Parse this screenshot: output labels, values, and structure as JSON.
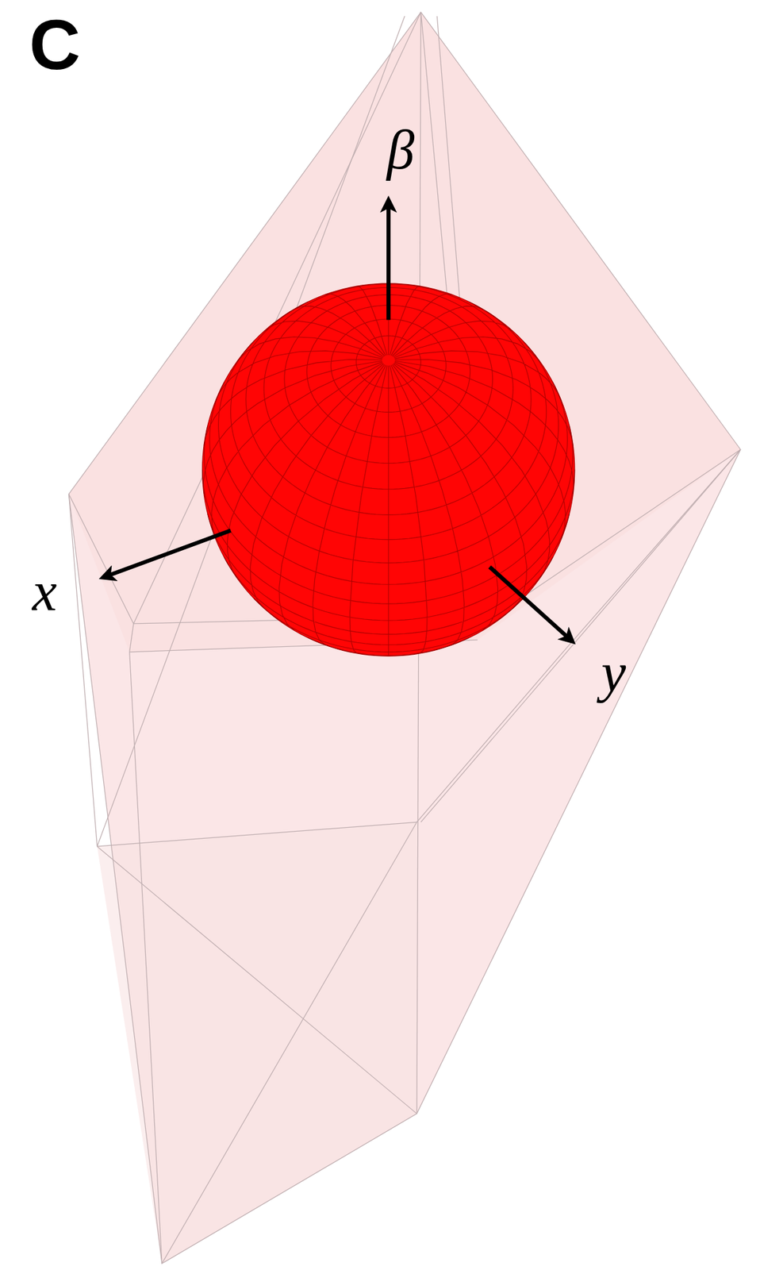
{
  "diagram": {
    "labels": [
      "C",
      "β",
      "x",
      "y"
    ]
  }
}
